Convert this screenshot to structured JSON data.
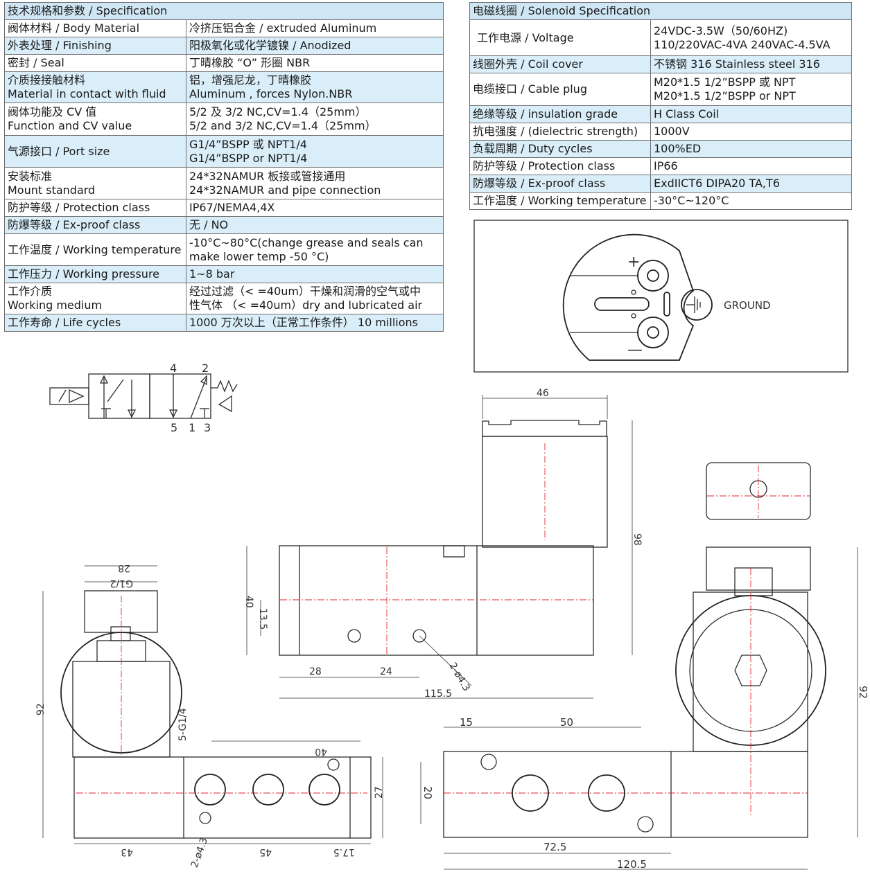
{
  "spec_table": {
    "header": "技术规格和参数 / Specification",
    "rows": [
      {
        "k": "阀体材料 /  Body Material",
        "v": "冷挤压铝合金 / extruded Aluminum",
        "bg": "white"
      },
      {
        "k": "外表处理 / Finishing",
        "v": "阳极氧化或化学镀镍 / Anodized",
        "bg": "blue"
      },
      {
        "k": "密封 / Seal",
        "v": "丁晴橡胶 “O” 形圈 NBR",
        "bg": "white"
      },
      {
        "k1": "介质接接触材料",
        "k2": "Material in contact with fluid",
        "v1": "铝，增强尼龙，丁晴橡胶",
        "v2": "Aluminum , forces Nylon.NBR",
        "bg": "blue"
      },
      {
        "k1": "阀体功能及 CV 值",
        "k2": "Function and CV value",
        "v1": "5/2 及 3/2 NC,CV=1.4（25mm）",
        "v2": "5/2 and 3/2 NC,CV=1.4（25mm）",
        "bg": "white"
      },
      {
        "k": "气源接口 / Port  size",
        "v1": "G1/4”BSPP 或 NPT1/4",
        "v2": "G1/4”BSPP or NPT1/4",
        "bg": "blue"
      },
      {
        "k1": "安装标准",
        "k2": "Mount  standard",
        "v1": "24*32NAMUR 板接或管接通用",
        "v2": "24*32NAMUR and pipe connection",
        "bg": "white"
      },
      {
        "k": "防护等级 / Protection class",
        "v": "IP67/NEMA4,4X",
        "bg": "white"
      },
      {
        "k": "防爆等级 / Ex-proof class",
        "v": "无 / NO",
        "bg": "blue"
      },
      {
        "k": "工作温度 / Working temperature",
        "v1": "-10°C~80°C(change grease and seals can",
        "v2": "make lower temp -50 °C)",
        "bg": "white"
      },
      {
        "k": "工作压力 / Working pressure",
        "v": "1~8 bar",
        "bg": "blue"
      },
      {
        "k1": "工作介质",
        "k2": "Working medium",
        "v1": "经过过滤（< =40um）干燥和润滑的空气或中",
        "v2": "性气体  （< =40um）dry and lubricated air",
        "bg": "white"
      },
      {
        "k": "工作寿命 / Life cycles",
        "v": "1000 万次以上（正常工作条件） 10 millions",
        "bg": "blue"
      }
    ]
  },
  "solenoid_table": {
    "header": "电磁线圈 / Solenoid Specification",
    "rows": [
      {
        "k": "工作电源 / Voltage",
        "v1": "24VDC-3.5W（50/60HZ)",
        "v2": "110/220VAC-4VA 240VAC-4.5VA",
        "bg": "white"
      },
      {
        "k": "线圈外壳 / Coil cover",
        "v": "不锈钢 316  Stainless steel 316",
        "bg": "blue"
      },
      {
        "k": "电缆接口 / Cable plug",
        "v1": "M20*1.5 1/2”BSPP 或 NPT",
        "v2": "M20*1.5 1/2”BSPP or  NPT",
        "bg": "white"
      },
      {
        "k": "绝缘等级 / insulation grade",
        "v": "H Class Coil",
        "bg": "blue"
      },
      {
        "k": "抗电强度 / (dielectric strength)",
        "v": "1000V",
        "bg": "white"
      },
      {
        "k": "负载周期 / Duty cycles",
        "v": "100%ED",
        "bg": "blue"
      },
      {
        "k": "防护等级 / Protection class",
        "v": "IP66",
        "bg": "white"
      },
      {
        "k": "防爆等级 / Ex-proof class",
        "v": "ExdIICT6 DIPA20 TA,T6",
        "bg": "blue"
      },
      {
        "k": "工作温度 / Working temperature",
        "v": "-30°C~120°C",
        "bg": "white"
      }
    ]
  },
  "coil_diagram": {
    "ground_label": "GROUND",
    "plus": "+",
    "minus": "—"
  },
  "symbol": {
    "ports_top": [
      "4",
      "2"
    ],
    "ports_bottom": [
      "5",
      "1",
      "3"
    ]
  },
  "dims": {
    "front": {
      "top_w": "46",
      "h98": "98",
      "h40": "40",
      "h13_5": "13.5",
      "d28": "28",
      "d24": "24",
      "total": "115.5",
      "holes": "2-ø4.3"
    },
    "side": {
      "top": "28",
      "thread": "G1/2",
      "h92": "92",
      "port": "5-G1/4",
      "d40": "40",
      "h27": "27",
      "d43": "43",
      "d45": "45",
      "d17_5": "17.5",
      "holes": "2-ø4.3"
    },
    "bottom": {
      "d15": "15",
      "d50": "50",
      "h20": "20",
      "d72_5": "72.5",
      "total": "120.5"
    },
    "right": {
      "h92": "92"
    }
  }
}
